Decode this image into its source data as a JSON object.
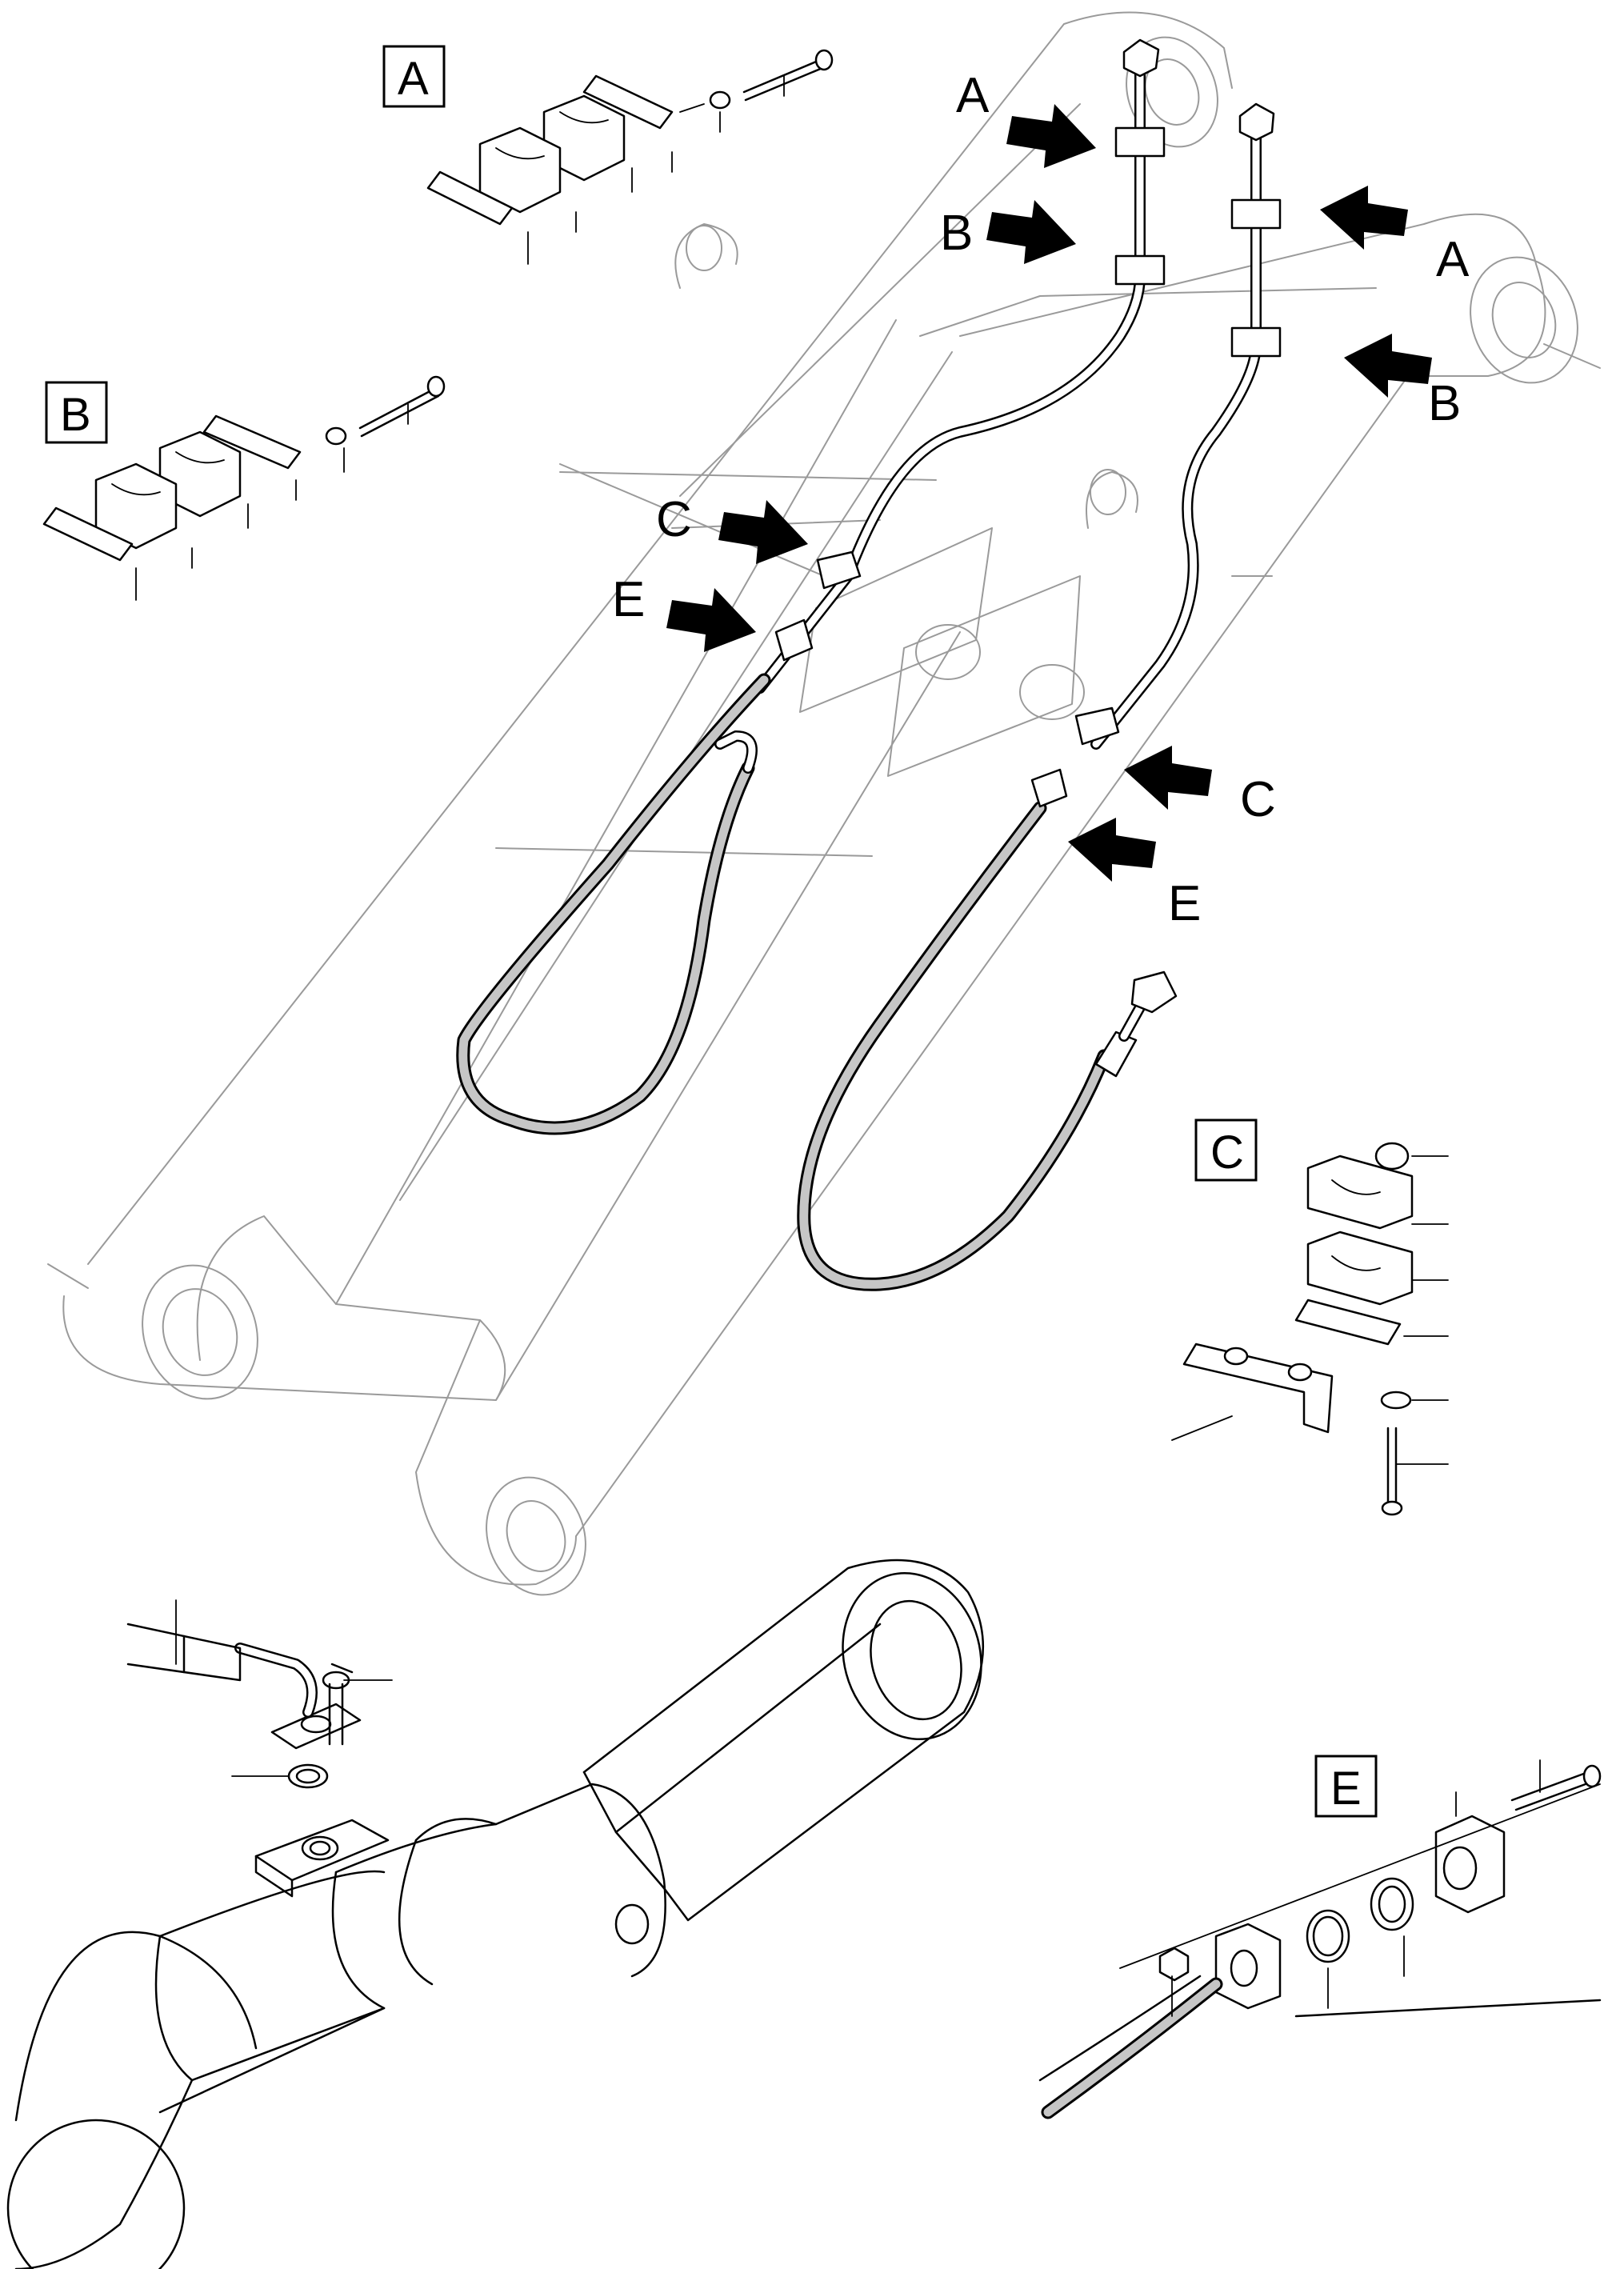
{
  "detail_boxes": [
    {
      "id": "box-a",
      "label": "A"
    },
    {
      "id": "box-b",
      "label": "B"
    },
    {
      "id": "box-c",
      "label": "C"
    },
    {
      "id": "box-e",
      "label": "E"
    }
  ],
  "callouts": [
    {
      "id": "a-left",
      "label": "A"
    },
    {
      "id": "b-left",
      "label": "B"
    },
    {
      "id": "c-left",
      "label": "C"
    },
    {
      "id": "e-left",
      "label": "E"
    },
    {
      "id": "a-right",
      "label": "A"
    },
    {
      "id": "b-right",
      "label": "B"
    },
    {
      "id": "c-right",
      "label": "C"
    },
    {
      "id": "e-right",
      "label": "E"
    }
  ],
  "colors": {
    "line": "#000000",
    "hose_fill": "#c6c6c6",
    "faint_line": "#9a9a9a"
  }
}
